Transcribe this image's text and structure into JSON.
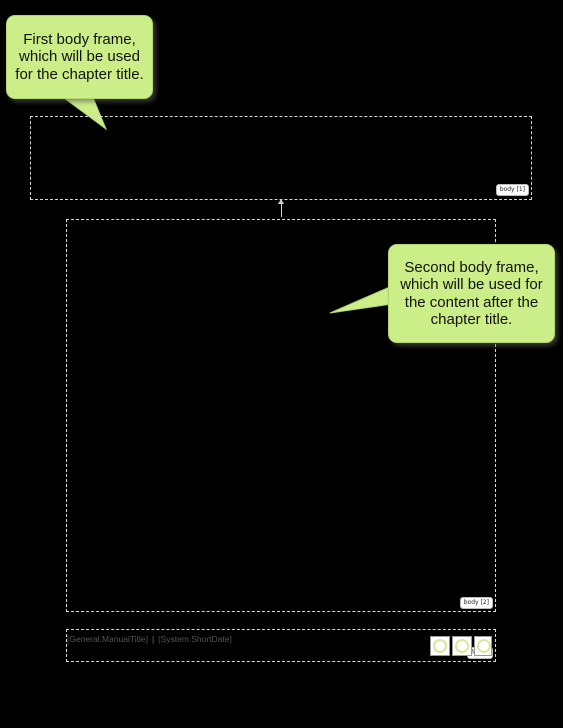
{
  "callouts": {
    "first": {
      "text": "First body frame, which will be used for the chapter title."
    },
    "second": {
      "text": "Second body frame, which will be used for the content after the chapter title."
    }
  },
  "frames": {
    "body1": {
      "tag": "body [1]"
    },
    "body2": {
      "tag": "body [2]"
    },
    "footer": {
      "tag": "footer",
      "manual_title_var": "[General.ManualTitle]",
      "separator": "|",
      "short_date_var": "[System.ShortDate]",
      "icons": [
        "graphic-placeholder-icon",
        "graphic-placeholder-icon",
        "graphic-placeholder-icon"
      ]
    }
  },
  "colors": {
    "canvas": "#000000",
    "callout_fill": "#ccee88",
    "frame_border": "#d8d8d8"
  }
}
